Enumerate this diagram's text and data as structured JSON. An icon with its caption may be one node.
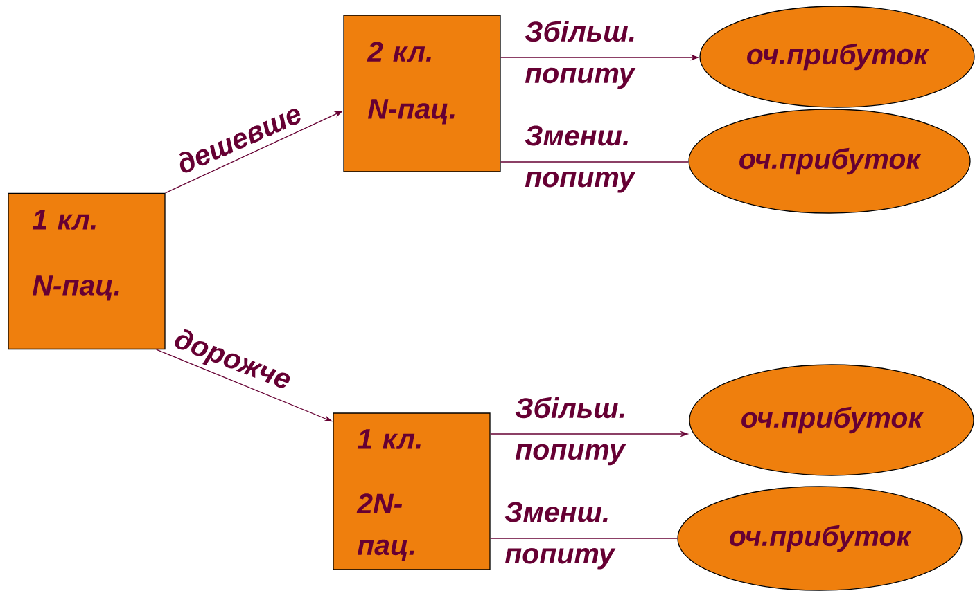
{
  "diagram": {
    "nodes": [
      {
        "text": [
          "1 кл.",
          "N-пац."
        ]
      },
      {
        "text": [
          "2 кл.",
          "N-пац."
        ]
      },
      {
        "text": [
          "оч.прибуток"
        ]
      },
      {
        "text": [
          "оч.прибуток"
        ]
      },
      {
        "text": [
          "1 кл.",
          "2N- пац."
        ]
      },
      {
        "text": [
          "оч.прибуток"
        ]
      },
      {
        "text": [
          "оч.прибуток"
        ]
      }
    ],
    "edges": [
      {
        "from": 0,
        "to": 1,
        "arrow": "to",
        "label": "дешевше"
      },
      {
        "from": 0,
        "to": 4,
        "arrow": "to",
        "label": "дорожче"
      },
      {
        "from": 1,
        "to": 2,
        "arrow": "to",
        "label": "Збільш. попиту"
      },
      {
        "from": 1,
        "to": 3,
        "arrow": "none",
        "label": "Зменш. попиту"
      },
      {
        "from": 4,
        "to": 5,
        "arrow": "to",
        "label": "Збільш. попиту"
      },
      {
        "from": 4,
        "to": 6,
        "arrow": "none",
        "label": "Зменш. попиту"
      }
    ]
  }
}
